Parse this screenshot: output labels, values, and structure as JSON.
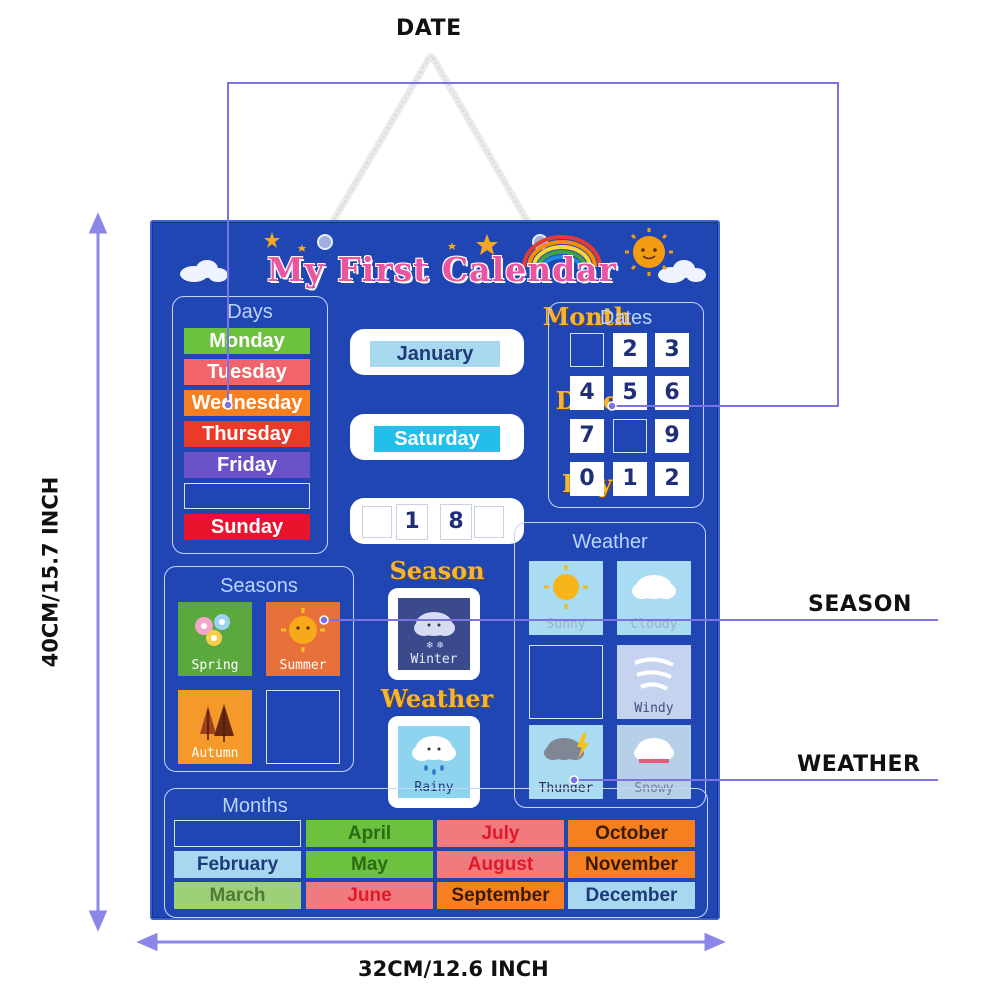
{
  "callouts": {
    "date": "DATE",
    "season": "SEASON",
    "weather": "WEATHER"
  },
  "dimensions": {
    "height": "40CM/15.7 INCH",
    "width": "32CM/12.6 INCH"
  },
  "board": {
    "title": "My First Calendar",
    "days": {
      "title": "Days",
      "items": [
        "Monday",
        "Tuesday",
        "Wednesday",
        "Thursday",
        "Friday",
        "",
        "Sunday"
      ]
    },
    "month": {
      "heading": "Month",
      "value": "January"
    },
    "date": {
      "heading": "Date",
      "value": "Saturday"
    },
    "day": {
      "heading": "Day",
      "digits": [
        "1",
        "8"
      ]
    },
    "dates": {
      "title": "Dates",
      "tiles": [
        "",
        "2",
        "3",
        "4",
        "5",
        "6",
        "7",
        "",
        "9",
        "0",
        "1",
        "2"
      ]
    },
    "seasons": {
      "title": "Seasons",
      "cards": [
        "Spring",
        "Summer",
        "Autumn",
        ""
      ]
    },
    "season": {
      "heading": "Season",
      "value": "Winter"
    },
    "weather_current": {
      "heading": "Weather",
      "value": "Rainy"
    },
    "weather_panel": {
      "title": "Weather",
      "cards": [
        "Sunny",
        "Cloudy",
        "",
        "Windy",
        "Thunder",
        "Snowy"
      ]
    },
    "months": {
      "title": "Months",
      "items": [
        "",
        "April",
        "July",
        "October",
        "February",
        "May",
        "August",
        "November",
        "March",
        "June",
        "September",
        "December"
      ]
    }
  },
  "colors": {
    "board": "#2046b4",
    "annotation_line": "#7b72e6",
    "heading_gold": "#f5b533"
  }
}
